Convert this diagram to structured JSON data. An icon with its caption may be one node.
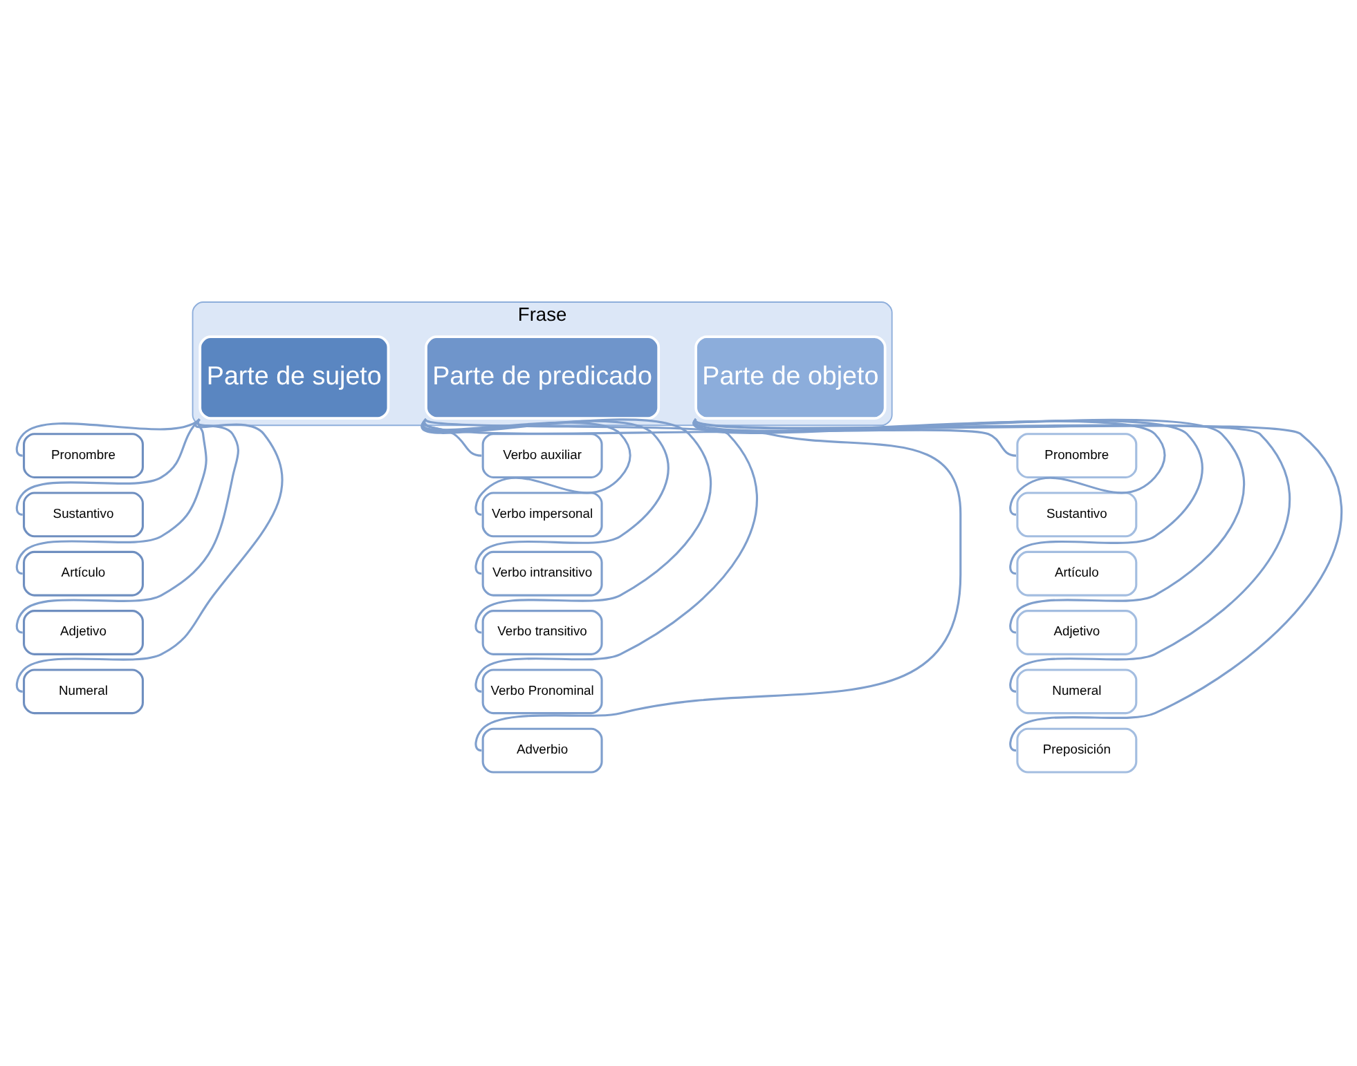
{
  "diagram": {
    "nodes": [
      {
        "text": [
          "Frase"
        ]
      },
      {
        "text": [
          "Parte de sujeto"
        ],
        "in": 0
      },
      {
        "text": [
          "Parte de predicado"
        ],
        "in": 0
      },
      {
        "text": [
          "Parte de objeto"
        ],
        "in": 0
      },
      {
        "text": [
          "Pronombre"
        ]
      },
      {
        "text": [
          "Sustantivo"
        ]
      },
      {
        "text": [
          "Artículo"
        ]
      },
      {
        "text": [
          "Adjetivo"
        ]
      },
      {
        "text": [
          "Numeral"
        ]
      },
      {
        "text": [
          "Verbo auxiliar"
        ]
      },
      {
        "text": [
          "Verbo impersonal"
        ]
      },
      {
        "text": [
          "Verbo intransitivo"
        ]
      },
      {
        "text": [
          "Verbo transitivo"
        ]
      },
      {
        "text": [
          "Verbo Pronominal"
        ]
      },
      {
        "text": [
          "Adverbio"
        ]
      },
      {
        "text": [
          "Pronombre"
        ]
      },
      {
        "text": [
          "Sustantivo"
        ]
      },
      {
        "text": [
          "Artículo"
        ]
      },
      {
        "text": [
          "Adjetivo"
        ]
      },
      {
        "text": [
          "Numeral"
        ]
      },
      {
        "text": [
          "Preposición"
        ]
      }
    ],
    "edges": [
      {
        "from": 1,
        "to": 4,
        "arrow": "none"
      },
      {
        "from": 1,
        "to": 5,
        "arrow": "none"
      },
      {
        "from": 1,
        "to": 6,
        "arrow": "none"
      },
      {
        "from": 1,
        "to": 7,
        "arrow": "none"
      },
      {
        "from": 1,
        "to": 8,
        "arrow": "none"
      },
      {
        "from": 2,
        "to": 9,
        "arrow": "none"
      },
      {
        "from": 2,
        "to": 10,
        "arrow": "none"
      },
      {
        "from": 2,
        "to": 11,
        "arrow": "none"
      },
      {
        "from": 2,
        "to": 12,
        "arrow": "none"
      },
      {
        "from": 2,
        "to": 13,
        "arrow": "none"
      },
      {
        "from": 2,
        "to": 14,
        "arrow": "none"
      },
      {
        "from": 3,
        "to": 15,
        "arrow": "none"
      },
      {
        "from": 3,
        "to": 16,
        "arrow": "none"
      },
      {
        "from": 3,
        "to": 17,
        "arrow": "none"
      },
      {
        "from": 3,
        "to": 18,
        "arrow": "none"
      },
      {
        "from": 3,
        "to": 19,
        "arrow": "none"
      },
      {
        "from": 3,
        "to": 20,
        "arrow": "none"
      }
    ]
  }
}
